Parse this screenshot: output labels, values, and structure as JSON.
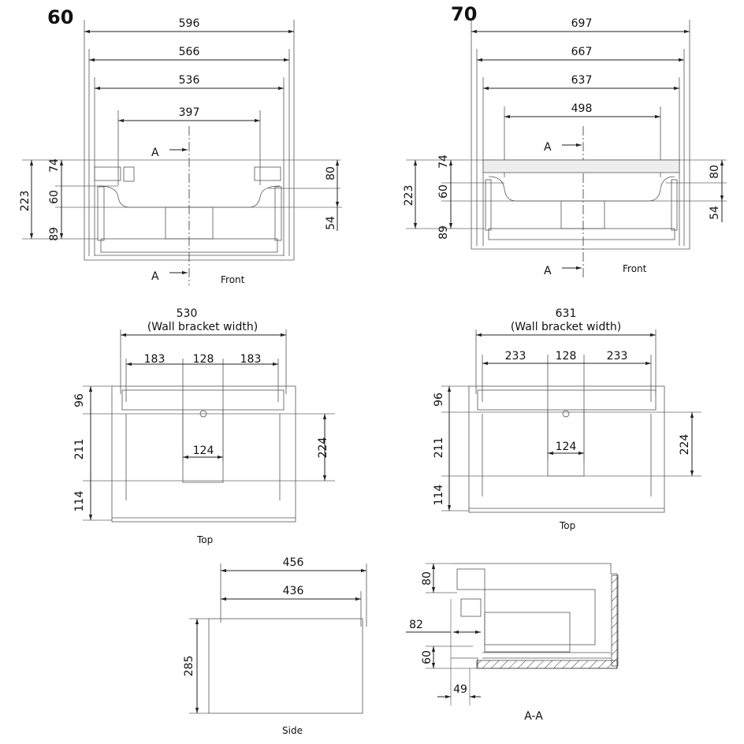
{
  "front60": {
    "title": "60",
    "w_outer": "596",
    "w_mid": "566",
    "w_inner": "536",
    "w_sink": "397",
    "h_total": "223",
    "h_top": "74",
    "h_mid": "60",
    "h_bot": "89",
    "r_top": "80",
    "r_bot": "54",
    "section": "A",
    "label": "Front"
  },
  "front70": {
    "title": "70",
    "w_outer": "697",
    "w_mid": "667",
    "w_inner": "637",
    "w_sink": "498",
    "h_total": "223",
    "h_top": "74",
    "h_mid": "60",
    "h_bot": "89",
    "r_top": "80",
    "r_bot": "54",
    "section": "A",
    "label": "Front"
  },
  "top60": {
    "bracket": "530",
    "bracket_note": "(Wall bracket width)",
    "seg_left": "183",
    "seg_mid": "128",
    "seg_right": "183",
    "cutout": "124",
    "d_top": "96",
    "d_mid": "211",
    "d_bot": "114",
    "d_right": "224",
    "label": "Top"
  },
  "top70": {
    "bracket": "631",
    "bracket_note": "(Wall bracket width)",
    "seg_left": "233",
    "seg_mid": "128",
    "seg_right": "233",
    "cutout": "124",
    "d_top": "96",
    "d_mid": "211",
    "d_bot": "114",
    "d_right": "224",
    "label": "Top"
  },
  "side": {
    "depth_outer": "456",
    "depth_inner": "436",
    "height": "285",
    "label": "Side"
  },
  "section": {
    "h_top": "80",
    "offset": "82",
    "h_bot": "60",
    "inset": "49",
    "label": "A-A"
  }
}
